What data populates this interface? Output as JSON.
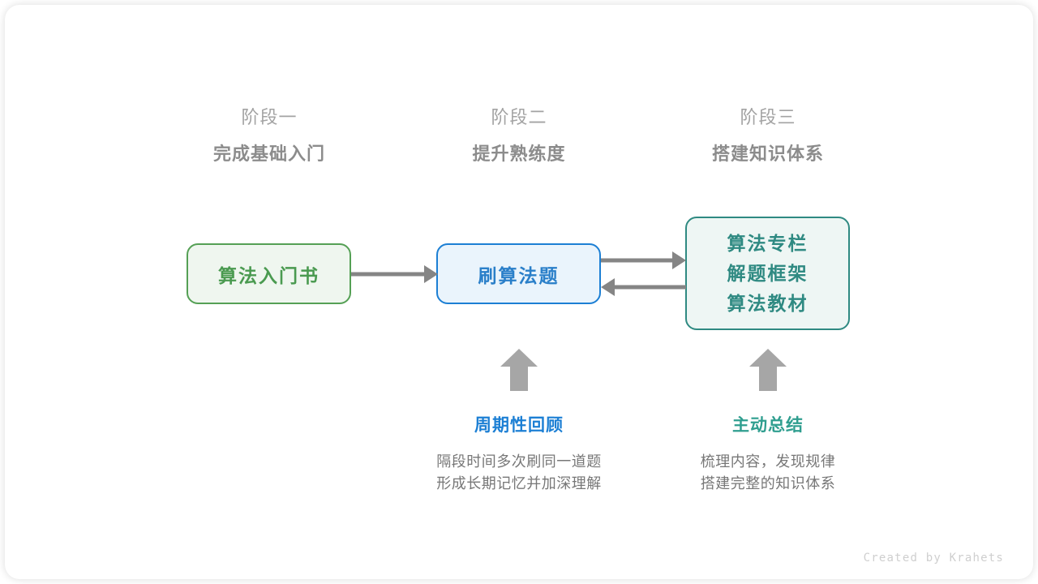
{
  "canvas": {
    "background": "#ffffff",
    "card_background": "#ffffff"
  },
  "stages": [
    {
      "sub": "阶段一",
      "title": "完成基础入门"
    },
    {
      "sub": "阶段二",
      "title": "提升熟练度"
    },
    {
      "sub": "阶段三",
      "title": "搭建知识体系"
    }
  ],
  "nodes": {
    "book": {
      "label": "算法入门书",
      "text_color": "#4a9a50",
      "border_color": "#55a055",
      "fill_color": "#eff6ef"
    },
    "practice": {
      "label": "刷算法题",
      "text_color": "#2a7fc9",
      "border_color": "#1c7fd4",
      "fill_color": "#eaf4fc"
    },
    "resources": {
      "lines": [
        "算法专栏",
        "解题框架",
        "算法教材"
      ],
      "text_color": "#2f8a82",
      "border_color": "#2f8a82",
      "fill_color": "#eef6f4"
    }
  },
  "arrows": {
    "color": "#858585",
    "book_to_practice": "right",
    "practice_to_resources": "right",
    "resources_to_practice": "left",
    "up_arrow_review": "up",
    "up_arrow_summary": "up"
  },
  "annotations": [
    {
      "title": "周期性回顾",
      "color": "#1c7fd4",
      "desc_line1": "隔段时间多次刷同一道题",
      "desc_line2": "形成长期记忆并加深理解"
    },
    {
      "title": "主动总结",
      "color": "#2f9e8f",
      "desc_line1": "梳理内容，发现规律",
      "desc_line2": "搭建完整的知识体系"
    }
  ],
  "footer": {
    "credit": "Created by Krahets"
  }
}
